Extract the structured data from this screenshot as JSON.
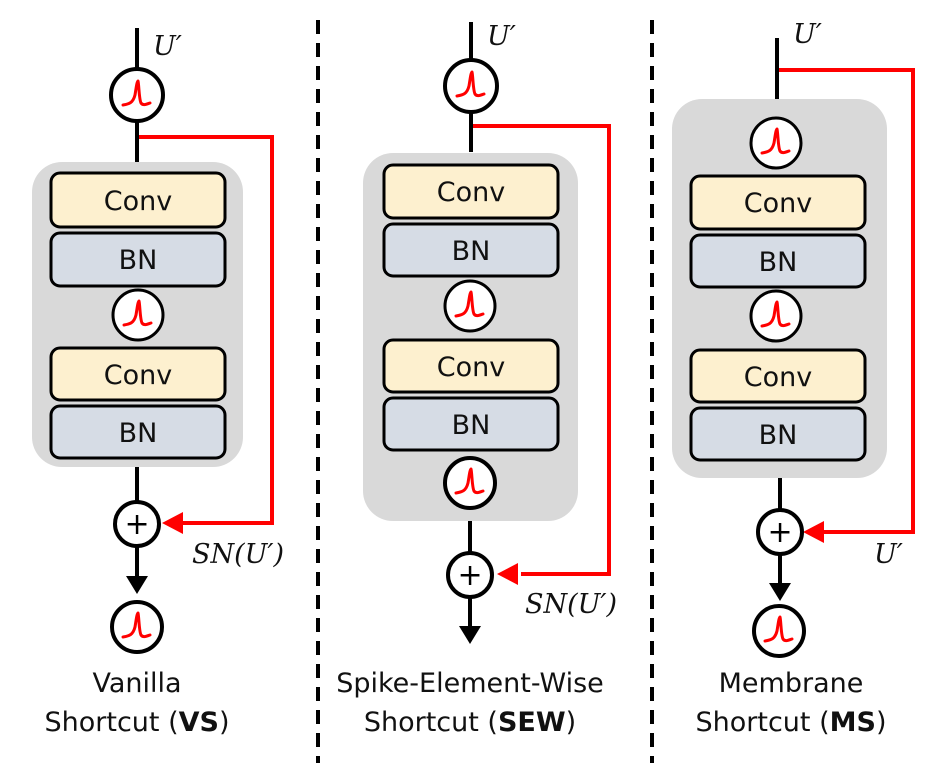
{
  "colors": {
    "conv_fill": "#fdf0cf",
    "bn_fill": "#d6dce5",
    "group_fill": "#d9d9d9",
    "shortcut": "#ff0000",
    "spike": "#ff0000",
    "line": "#000000"
  },
  "panels": [
    {
      "id": "vs",
      "input_label": "U′",
      "shortcut_label": "SN(U′)",
      "blocks": [
        "Conv",
        "BN",
        "spike-neuron",
        "Conv",
        "BN"
      ],
      "labels": {
        "conv1": "Conv",
        "bn1": "BN",
        "conv2": "Conv",
        "bn2": "BN"
      },
      "caption_line1": "Vanilla",
      "caption_line2_prefix": "Shortcut (",
      "caption_bold": "VS",
      "caption_line2_suffix": ")"
    },
    {
      "id": "sew",
      "input_label": "U′",
      "shortcut_label": "SN(U′)",
      "blocks": [
        "Conv",
        "BN",
        "spike-neuron",
        "Conv",
        "BN",
        "spike-neuron"
      ],
      "labels": {
        "conv1": "Conv",
        "bn1": "BN",
        "conv2": "Conv",
        "bn2": "BN"
      },
      "caption_line1": "Spike-Element-Wise",
      "caption_line2_prefix": "Shortcut (",
      "caption_bold": "SEW",
      "caption_line2_suffix": ")"
    },
    {
      "id": "ms",
      "input_label": "U′",
      "shortcut_label": "U′",
      "blocks": [
        "spike-neuron",
        "Conv",
        "BN",
        "spike-neuron",
        "Conv",
        "BN"
      ],
      "labels": {
        "conv1": "Conv",
        "bn1": "BN",
        "conv2": "Conv",
        "bn2": "BN"
      },
      "caption_line1": "Membrane",
      "caption_line2_prefix": "Shortcut (",
      "caption_bold": "MS",
      "caption_line2_suffix": ")"
    }
  ],
  "add_symbol": "+"
}
